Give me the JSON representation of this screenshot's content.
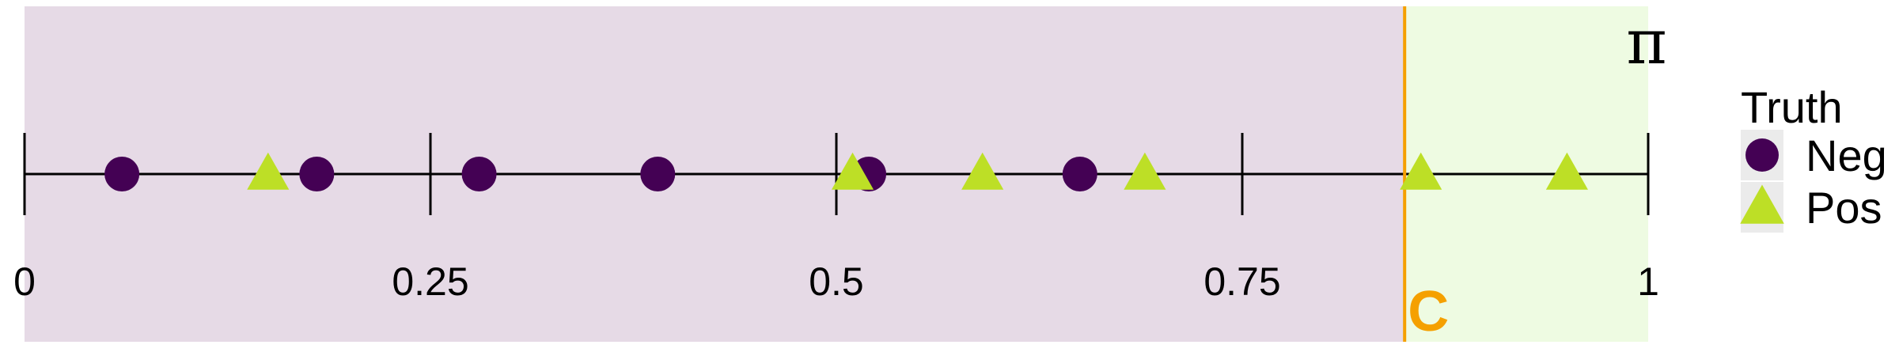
{
  "chart_data": {
    "type": "scatter",
    "axis_symbol": "π",
    "xlim": [
      0,
      1
    ],
    "ticks": [
      0,
      0.25,
      0.5,
      0.75,
      1
    ],
    "tick_labels": [
      "0",
      "0.25",
      "0.5",
      "0.75",
      "1"
    ],
    "threshold": {
      "value": 0.85,
      "label": "C"
    },
    "regions": {
      "below_color": "#e6dae6",
      "above_color": "#eefbe2"
    },
    "legend": {
      "title": "Truth",
      "position": "right"
    },
    "series": [
      {
        "name": "Neg",
        "shape": "circle",
        "color": "#440154",
        "x": [
          0.06,
          0.18,
          0.28,
          0.39,
          0.52,
          0.65
        ]
      },
      {
        "name": "Pos",
        "shape": "triangle",
        "color": "#bddf26",
        "x": [
          0.15,
          0.51,
          0.59,
          0.69,
          0.86,
          0.95
        ]
      }
    ],
    "colors": {
      "axis": "#000000",
      "threshold": "#f5a000",
      "legend_key_bg": "#ebebeb"
    }
  }
}
